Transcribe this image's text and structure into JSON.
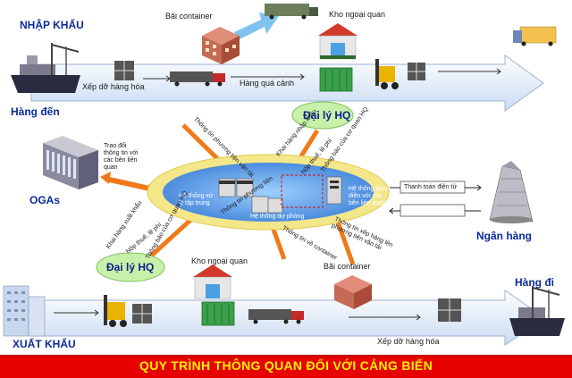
{
  "labels": {
    "import": "NHẬP KHẨU",
    "arrivals": "Hàng đến",
    "container_yard_top": "Bãi container",
    "bonded_wh_top": "Kho ngoại quan",
    "unload_top": "Xếp dỡ hàng hóa",
    "transit": "Hàng quá cảnh",
    "agent_top": "Đại lý HQ",
    "agent_bottom": "Đại lý HQ",
    "ogas": "OGAs",
    "ogas_exchange": "Trao đổi thông tin với các bên liên quan",
    "central_system": "Hệ thống xử lý tập trung",
    "central_system_2": "Hệ thống dự phòng",
    "comm_system": "Hệ thống giao diện với các bên liên quan",
    "payment": "Thanh toán điện tử",
    "bank": "Ngân hàng",
    "bonded_wh_bottom": "Kho ngoại quan",
    "container_yard_bottom": "Bãi container",
    "departures": "Hàng đi",
    "export": "XUẤT KHẨU",
    "unload_bottom": "Xếp dỡ hàng hóa",
    "info_vehicle": "Thông tin phương tiện vận tải",
    "import_goods": "Khai hàng nhập khẩu",
    "pay_tax_top": "Nộp thuế, lệ phí",
    "notice_top": "Thông báo của cơ quan HQ",
    "export_goods": "Khai hàng xuất khẩu",
    "pay_tax_bottom": "Nộp thuế, lệ phí",
    "notice_bottom": "Thông báo của cơ quan HQ",
    "info_vehicle_2": "Thông tin phương tiện",
    "info_container": "Thông tin về container",
    "info_loading": "Thông tin xếp hàng lên phương tiện vận tải"
  },
  "title": "QUY TRÌNH THÔNG QUAN ĐỐI VỚI CẢNG BIỂN",
  "colors": {
    "title_bg": "#e60000",
    "title_text": "#fff200",
    "flow_arrow": "#dce8f7",
    "agent_fill": "#c8f0a8",
    "link_orange": "#f07a1a",
    "center_ring": "#f3e78a",
    "center_core": "#6fa8e8"
  }
}
